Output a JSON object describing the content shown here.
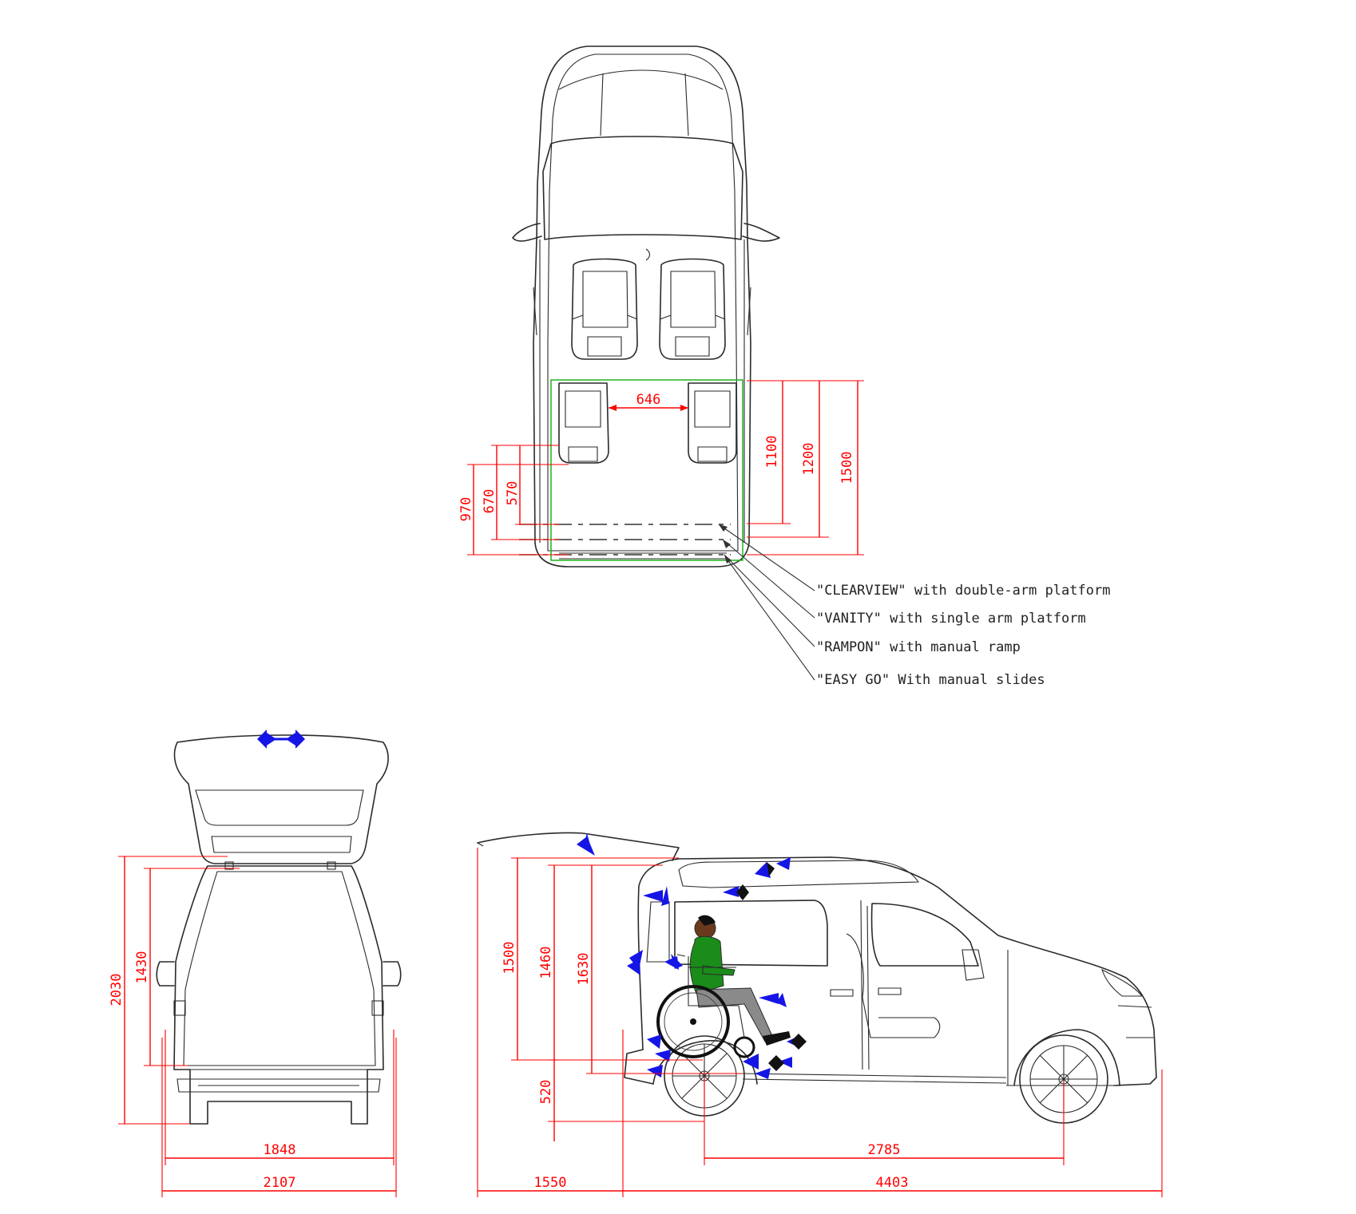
{
  "top_view": {
    "dimensions": {
      "seat_gap": "646",
      "d1100": "1100",
      "d1200": "1200",
      "d1500": "1500",
      "d970": "970",
      "d670": "670",
      "d570": "570"
    },
    "notes": [
      "\"CLEARVIEW\" with double-arm platform",
      "\"VANITY\" with single arm platform",
      "\"RAMPON\" with manual ramp",
      "\"EASY GO\" With manual slides"
    ]
  },
  "rear_view": {
    "dimensions": {
      "height_total": "2030",
      "opening_height": "1430",
      "opening_width": "1848",
      "total_width": "2107"
    }
  },
  "side_view": {
    "dimensions": {
      "h1500": "1500",
      "h1460": "1460",
      "h1630": "1630",
      "floor_height": "520",
      "wheelbase": "2785",
      "rear_clearance": "1550",
      "length": "4403"
    }
  },
  "colors": {
    "dimension": "#ff0000",
    "outline": "#2a2a2a",
    "fixing_point": "#1515e6",
    "area_box": "#1fb31f",
    "person_shirt": "#1a8c1a"
  }
}
